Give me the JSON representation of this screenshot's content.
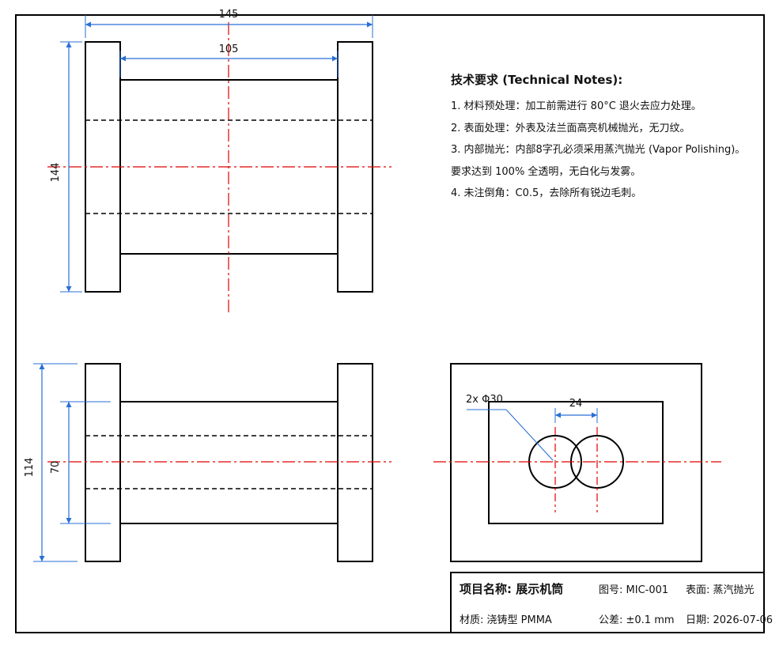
{
  "drawing": {
    "dimensions": {
      "overall_width": "145",
      "body_length": "105",
      "front_height": "144",
      "side_outer_height": "114",
      "side_inner_height": "70",
      "hole_spacing": "24",
      "hole_callout": "2x Φ30"
    }
  },
  "notes": {
    "title": "技术要求 (Technical Notes):",
    "lines": [
      "1. 材料预处理：加工前需进行 80°C 退火去应力处理。",
      "2. 表面处理：外表及法兰面高亮机械抛光，无刀纹。",
      "3. 内部抛光：内部8字孔必须采用蒸汽抛光 (Vapor Polishing)。",
      "要求达到 100% 全透明，无白化与发雾。",
      "4. 未注倒角：C0.5，去除所有锐边毛刺。"
    ]
  },
  "title_block": {
    "project": "项目名称: 展示机筒",
    "drawing_no": "图号: MIC-001",
    "surface": "表面: 蒸汽抛光",
    "material": "材质: 浇铸型 PMMA",
    "tolerance": "公差: ±0.1 mm",
    "date": "日期: 2026-07-06"
  },
  "colors": {
    "outline": "#000000",
    "centerline": "#e00000",
    "dimension": "#2a6fd6"
  }
}
